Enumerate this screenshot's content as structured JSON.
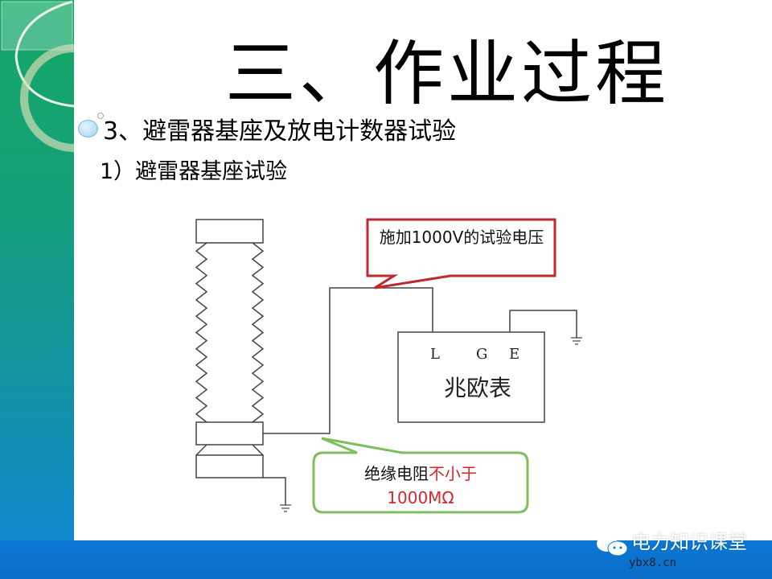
{
  "slide": {
    "title": "三、作业过程",
    "section": "3、避雷器基座及放电计数器试验",
    "subsection": "1）避雷器基座试验"
  },
  "diagram": {
    "terminals": {
      "l": "L",
      "g": "G",
      "e": "E"
    },
    "meter_label": "兆欧表",
    "callout_voltage": "施加1000V的试验电压",
    "callout_resistance_prefix": "绝缘电阻",
    "callout_resistance_highlight": "不小于",
    "callout_resistance_value": "1000MΩ"
  },
  "colors": {
    "accent_red": "#c0282e",
    "accent_green": "#7cbf5c",
    "side_green": "#16a866",
    "bottom_blue": "#0b79d6"
  },
  "watermark": {
    "brand": "电力知识课堂",
    "url": "ybx8.cn",
    "icon": "wechat-icon"
  }
}
